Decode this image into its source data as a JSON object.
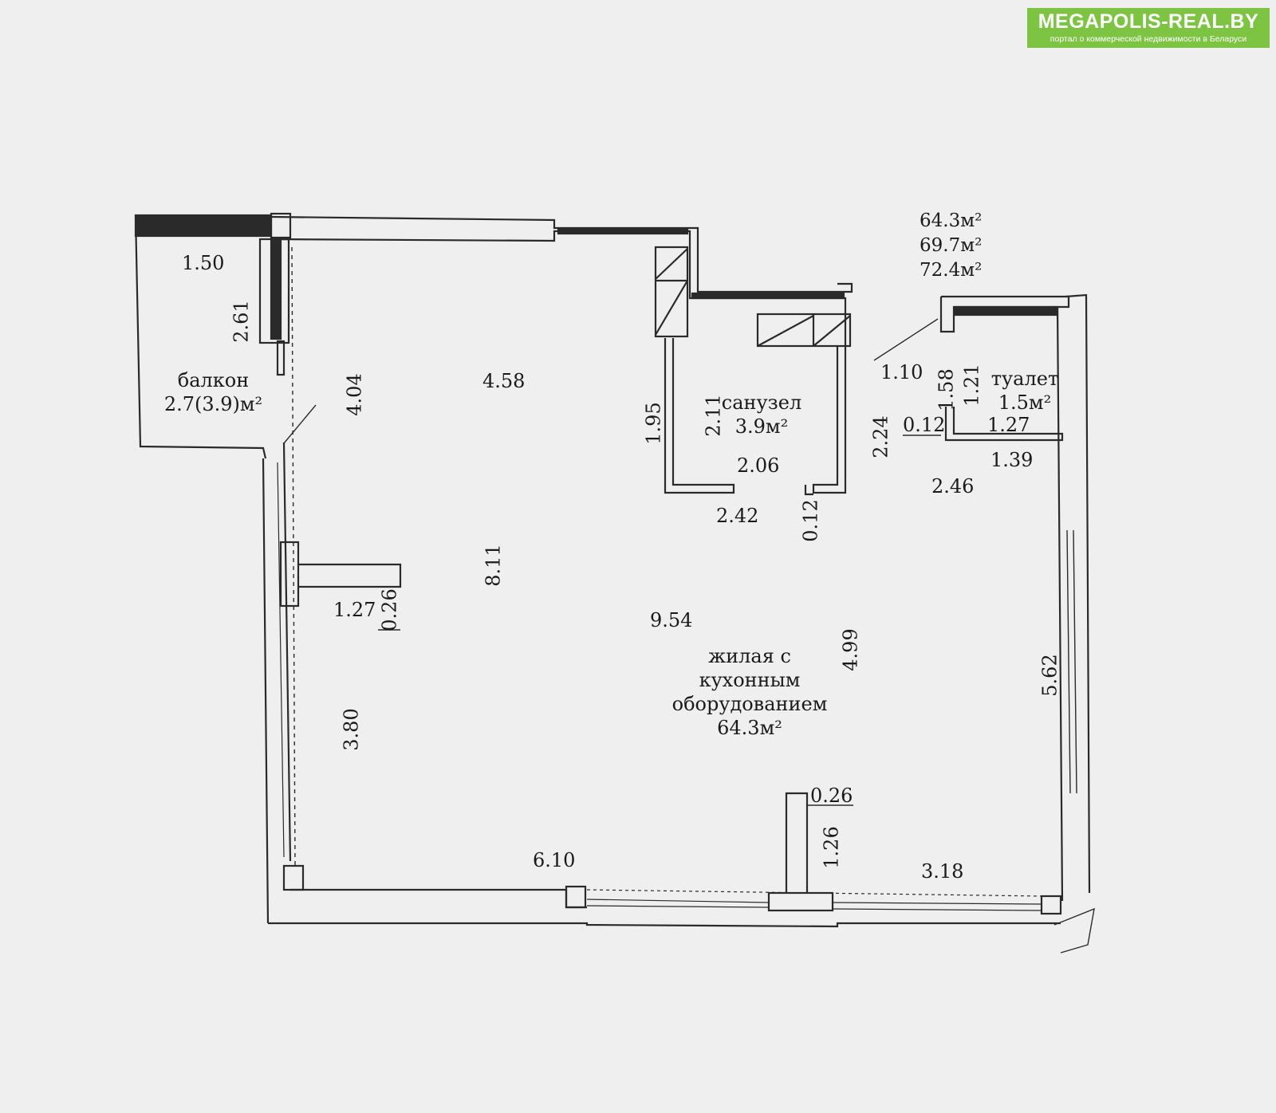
{
  "banner": {
    "site": "MEGAPOLIS-REAL.BY",
    "tagline": "портал о коммерческой недвижимости в Беларуси"
  },
  "totals": [
    "64.3м²",
    "69.7м²",
    "72.4м²"
  ],
  "rooms": {
    "balcony": {
      "name": "балкон",
      "area": "2.7(3.9)м²"
    },
    "bathroom": {
      "name": "санузел",
      "area": "3.9м²"
    },
    "toilet": {
      "name": "туалет",
      "area": "1.5м²"
    },
    "living": {
      "line1": "жилая с",
      "line2": "кухонным",
      "line3": "оборудованием",
      "area": "64.3м²"
    }
  },
  "dims": {
    "d_1_50": "1.50",
    "d_2_61": "2.61",
    "d_4_04": "4.04",
    "d_4_58": "4.58",
    "d_1_95": "1.95",
    "d_2_11": "2.11",
    "d_2_24": "2.24",
    "d_2_06": "2.06",
    "d_2_42": "2.42",
    "d_0_12a": "0.12",
    "d_1_10": "1.10",
    "d_1_58": "1.58",
    "d_1_21": "1.21",
    "d_0_12b": "0.12",
    "d_1_27a": "1.27",
    "d_1_39": "1.39",
    "d_2_46": "2.46",
    "d_8_11": "8.11",
    "d_1_27b": "1.27",
    "d_0_26a": "0.26",
    "d_9_54": "9.54",
    "d_4_99": "4.99",
    "d_5_62": "5.62",
    "d_3_80": "3.80",
    "d_0_26b": "0.26",
    "d_1_26": "1.26",
    "d_6_10": "6.10",
    "d_3_18": "3.18"
  }
}
